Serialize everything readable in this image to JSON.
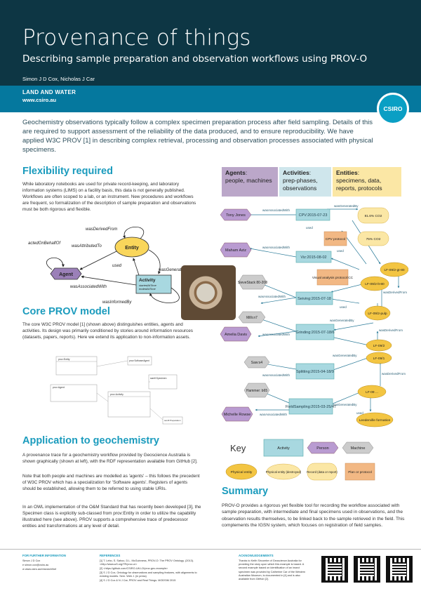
{
  "header": {
    "title": "Provenance of things",
    "subtitle": "Describing sample preparation and observation workflows using PROV-O",
    "authors": "Simon J D Cox, Nicholas J Car",
    "org": "LAND AND WATER",
    "org_url": "www.csiro.au",
    "logo": "CSIRO"
  },
  "intro": "Geochemistry observations typically follow a complex specimen preparation process after field sampling. Details of this are required to support assessment of the reliability of the data produced, and to ensure reproducibility. We have applied W3C PROV [1] in describing complex retrieval, processing and observation processes associated with physical specimens.",
  "flexibility": {
    "heading": "Flexibility required",
    "text": "While laboratory notebooks are used for private record-keeping, and laboratory information systems (LIMS) on a facility basis, this data is not generally published. Workflows are often scoped to a lab, or an instrument. New procedures and workflows are frequent, so formalization of the description of sample preparation and observations must be both rigorous and flexible."
  },
  "prov_diagram": {
    "entity": "Entity",
    "agent": "Agent",
    "activity": "Activity",
    "activity_attrs": [
      "startedAtTime",
      "endedAtTime"
    ],
    "used": "used",
    "wasDerivedFrom": "wasDerivedFrom",
    "wasAttributedTo": "wasAttributedTo",
    "actedOnBehalfOf": "actedOnBehalfOf",
    "wasGeneratedBy": "wasGeneratedBy",
    "wasAssociatedWith": "wasAssociatedWith",
    "wasInformedBy": "wasInformedBy"
  },
  "core": {
    "heading": "Core PROV model",
    "text": "The core W3C PROV model [1] (shown above) distinguishes entities, agents and activities. Its design was primarily conditioned by stories around information resources (datasets, papers, reports). Here we extend its application to non-information assets."
  },
  "owl_labels": [
    "prov:Entity",
    "prov:Agent",
    "prov:SoftwareAgent",
    "samfl:Specimen",
    "prov:Activity",
    "samfl:Preparation"
  ],
  "application": {
    "heading": "Application to geochemistry",
    "p1": "A provenance trace for a geochemistry workflow provided by Geoscience Australia is shown graphically (shown at left), with the RDF representation available from GitHub [2].",
    "p2": "Note that both people and machines are modelled as 'agents' – this follows the precedent of W3C PROV which has a specialization for 'Software agents'. Registers of agents should be established, allowing them to be referred to using stable URIs.",
    "p3": "In an OWL implementation of the O&M Standard that has recently been developed [3], the Specimen class is explicitly sub-classed from prov:Entity in order to utilize the capability illustrated here (see above). PROV supports a comprehensive trace of predecessor entities and transformations at any level of detail."
  },
  "legend_top": {
    "agents_title": "Agents",
    "agents_rest": "people, machines",
    "activities_title": "Activities",
    "activities_rest": "prep-phases, observations",
    "entities_title": "Entities",
    "entities_rest": "specimens, data, reports, protocols"
  },
  "workflow": {
    "people": [
      "Tony Jones",
      "Maham Aziz",
      "Amelia Davis",
      "Michelle Rowse"
    ],
    "machines": [
      "SieveStack 80-200",
      "Millr.n7",
      "Saw:s4",
      "Hammer: b65"
    ],
    "activities": [
      "CPV:2015-07-23",
      "Viz:2015-08-02",
      "Seiving:2015-07-18",
      "Grinding:2015-07-18/6",
      "Splitting:2015-04-18/9",
      "FieldSampling:2015-03-25/47"
    ],
    "entities": [
      "81.6% CO2",
      "75% CO2",
      "LF-09/2-gt-80",
      "LF-09/2-lt-80",
      "LF-09/2-pulp",
      "LF-09/2",
      "LF-09/1",
      "LF-09 ...",
      "Leederville formation"
    ],
    "protocols": [
      "CPV protocol",
      "Visual analysis protocol:CC"
    ],
    "edge_labels": [
      "wasAssociatedWith",
      "wasGeneratedBy",
      "used",
      "wasDerivedFrom"
    ]
  },
  "key": {
    "title": "Key",
    "activity": "Activity",
    "person": "Person",
    "machine": "Machine",
    "physical_entity": "Physical entity",
    "destroyed_entity": "Physical entity (destroyed)",
    "record": "Record (data or report)",
    "plan": "Plan or protocol"
  },
  "summary": {
    "heading": "Summary",
    "text": "PROV-O provides a rigorous yet flexible tool for recording the workflow associated with sample preparation, with intermediate and final specimens used in observations, and the observation results themselves, to be linked back to the sample retrieved in the field. This complements the IGSN system, which focuses on registration of field samples."
  },
  "footer": {
    "info_heading": "FOR FURTHER INFORMATION",
    "info_name": "Simon J D Cox",
    "info_email": "simon.cox@csiro.au",
    "info_web": "www.csiro.au/research/fwf",
    "refs_heading": "REFERENCES",
    "refs": [
      "[1] T. Lebo, S. Sahoo, D.L. McGuinness, PROV-O: The PROV Ontology. (2013). <http://www.w3.org/TR/prov-o/>",
      "[2] <https://github.com/CSIRO-LW-LD/prov-geo-example>",
      "[3] S J D Cox, Ontology for observations and sampling features, with alignments to existing models. Sem. Web J. (in press)",
      "[4] S J D Cox & N J Car, PROV and Real Things. MODSIM 2015"
    ],
    "ack_heading": "ACKNOWLEDGEMENTS",
    "ack": "Thanks to Keith Sircombe of Geoscience Australia for providing the story upon which this example is based. A second example based on identification of an insect specimen was provided by Catherine Car of the Western Australian Museum, is documented in [4] and is also available from GitHub [2]."
  },
  "colors": {
    "header": "#0d3644",
    "band": "#05789e",
    "accent": "#1a9bbd",
    "activity": "#a8d8e0",
    "agent": "#9b80b8",
    "entity": "#f7d35a"
  }
}
